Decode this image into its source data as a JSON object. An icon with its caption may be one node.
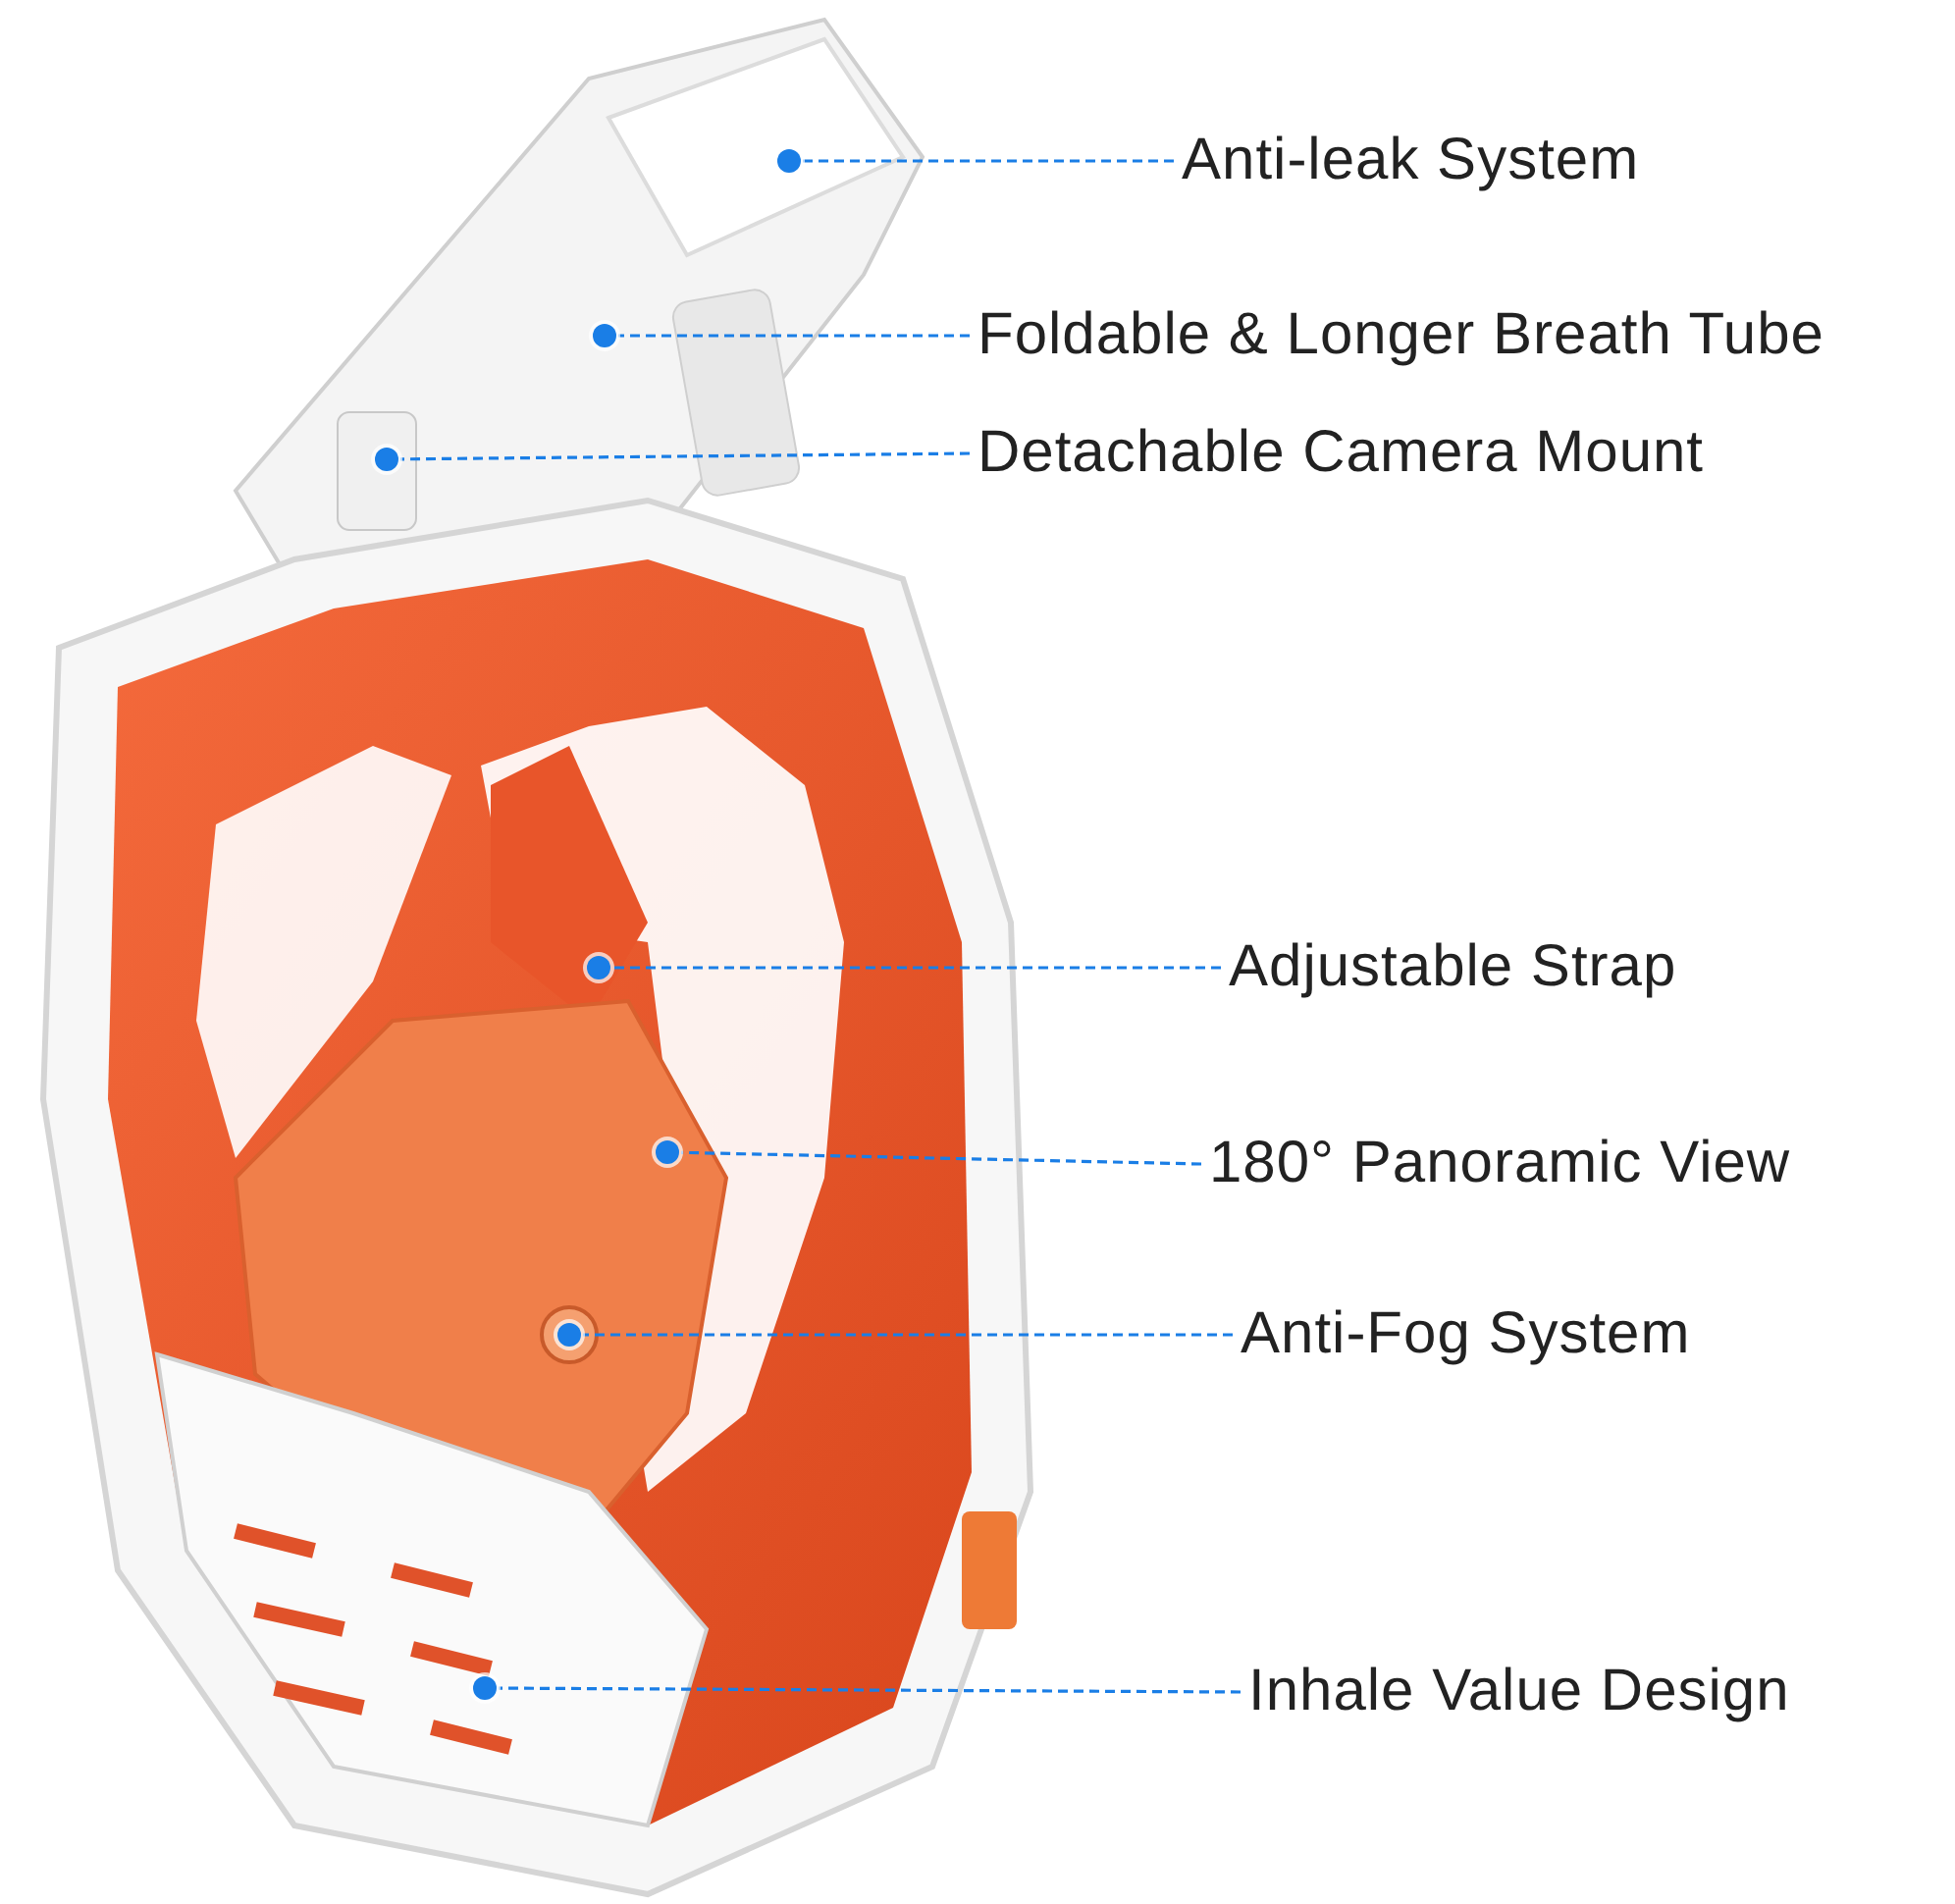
{
  "diagram": {
    "nodes": [
      {
        "text": [
          "Anti-leak System"
        ]
      },
      {
        "text": [],
        "shape": "circle"
      },
      {
        "text": [
          "Foldable & Longer Breath Tube"
        ]
      },
      {
        "text": [],
        "shape": "circle"
      },
      {
        "text": [
          "Detachable Camera Mount"
        ]
      },
      {
        "text": [],
        "shape": "circle"
      },
      {
        "text": [
          "Adjustable Strap"
        ]
      },
      {
        "text": [],
        "shape": "circle"
      },
      {
        "text": [
          "180° Panoramic View"
        ]
      },
      {
        "text": [],
        "shape": "circle"
      },
      {
        "text": [
          "Anti-Fog System"
        ]
      },
      {
        "text": [],
        "shape": "circle"
      },
      {
        "text": [
          "Inhale Value Design"
        ]
      },
      {
        "text": [],
        "shape": "circle"
      }
    ],
    "edges": [
      {
        "from": 0,
        "to": 1,
        "arrow": "none",
        "style": "dashed"
      },
      {
        "from": 2,
        "to": 3,
        "arrow": "none",
        "style": "dashed"
      },
      {
        "from": 4,
        "to": 5,
        "arrow": "none",
        "style": "dashed"
      },
      {
        "from": 6,
        "to": 7,
        "arrow": "none",
        "style": "dashed"
      },
      {
        "from": 8,
        "to": 9,
        "arrow": "none",
        "style": "dashed"
      },
      {
        "from": 10,
        "to": 11,
        "arrow": "none",
        "style": "dashed"
      },
      {
        "from": 12,
        "to": 13,
        "arrow": "none",
        "style": "dashed"
      }
    ]
  }
}
